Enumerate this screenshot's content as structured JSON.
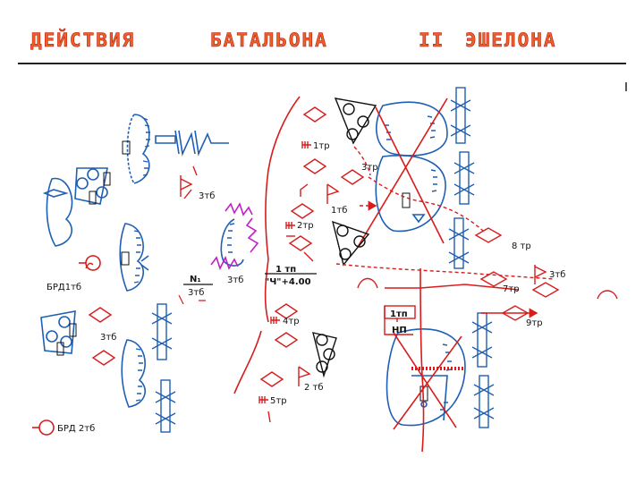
{
  "title": {
    "words": [
      "ДЕЙСТВИЯ",
      "БАТАЛЬОНА",
      "II",
      "ЭШЕЛОНА"
    ]
  },
  "labels": {
    "tr1": "1тр",
    "tr3_top": "3тр",
    "tb3_a": "3тб",
    "tb1_arrow": "1тб",
    "tr2": "2тр",
    "tr8": "8 тр",
    "tb3_right": "3тб",
    "tr7": "7тр",
    "tr9": "9тр",
    "brd1": "БРД1тб",
    "n1": "N₁",
    "n1_sub": "3тб",
    "tb3_mid": "3тб",
    "mp1": "1 тп",
    "mp1_sub": "\"Ч\"+4.00",
    "tr4": "4тр",
    "tb3_left": "3тб",
    "tb2": "2 тб",
    "tr5": "5тр",
    "brd2": "БРД 2тб",
    "np_top": "1тп",
    "np_sub": "НП"
  },
  "colors": {
    "friendly": "#d81c1c",
    "enemy": "#1f5fb4",
    "title_fill": "#e8622a",
    "title_stroke": "#c2190f",
    "magenta": "#c21fc2"
  }
}
